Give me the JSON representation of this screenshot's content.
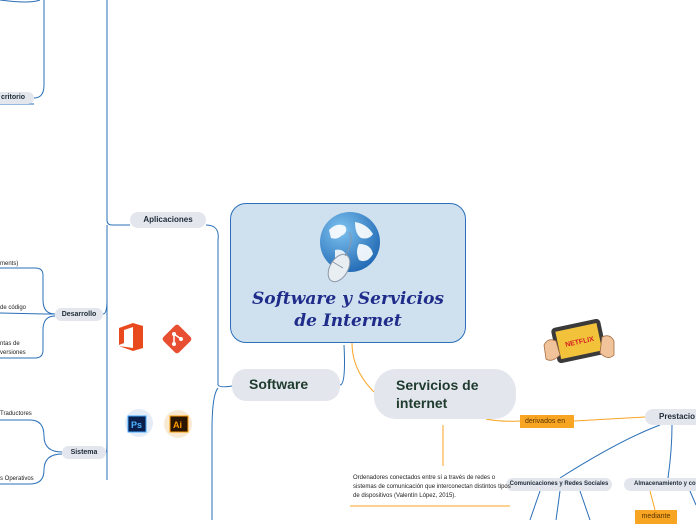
{
  "colors": {
    "blue_line": "#2a6fb8",
    "orange": "#f7a523",
    "central_fill": "#cfe0ef",
    "branch_fill": "#e3e6ec"
  },
  "central": {
    "title_line1": "Software y Servicios",
    "title_line2": "de Internet",
    "icon": "globe-mouse-icon"
  },
  "software": {
    "label": "Software"
  },
  "servicios": {
    "label_line1": "Servicios de",
    "label_line2": "internet"
  },
  "aplicaciones": {
    "label": "Aplicaciones"
  },
  "desarrollo": {
    "label": "Desarrollo"
  },
  "sistema": {
    "label": "Sistema"
  },
  "escritorio": {
    "label": "critorio"
  },
  "leaves": {
    "ments": "ments)",
    "codigo": "de código",
    "herramientas1": "ntas de",
    "herramientas2": "versiones",
    "traductores": "Traductores",
    "operativos": "s Operativos"
  },
  "prestaciones": {
    "label": "Prestacio"
  },
  "derivados": {
    "label": "derivados en"
  },
  "mediante": {
    "label": "mediante"
  },
  "comunicaciones": {
    "label": "Comunicaciones y Redes Sociales"
  },
  "almacenamiento": {
    "label": "Almacenamiento y co"
  },
  "definition": {
    "text": "Ordenadores conectados entre sí a través de redes o sistemas de comunicación que interconectan distintos tipos de dispositivos (Valentín López, 2015)."
  },
  "icons": [
    "office-icon",
    "git-icon",
    "photoshop-icon",
    "illustrator-icon",
    "tablet-netflix-icon"
  ],
  "netflix_text": "NETFLIX",
  "ps_text": "Ps",
  "ai_text": "Ai"
}
